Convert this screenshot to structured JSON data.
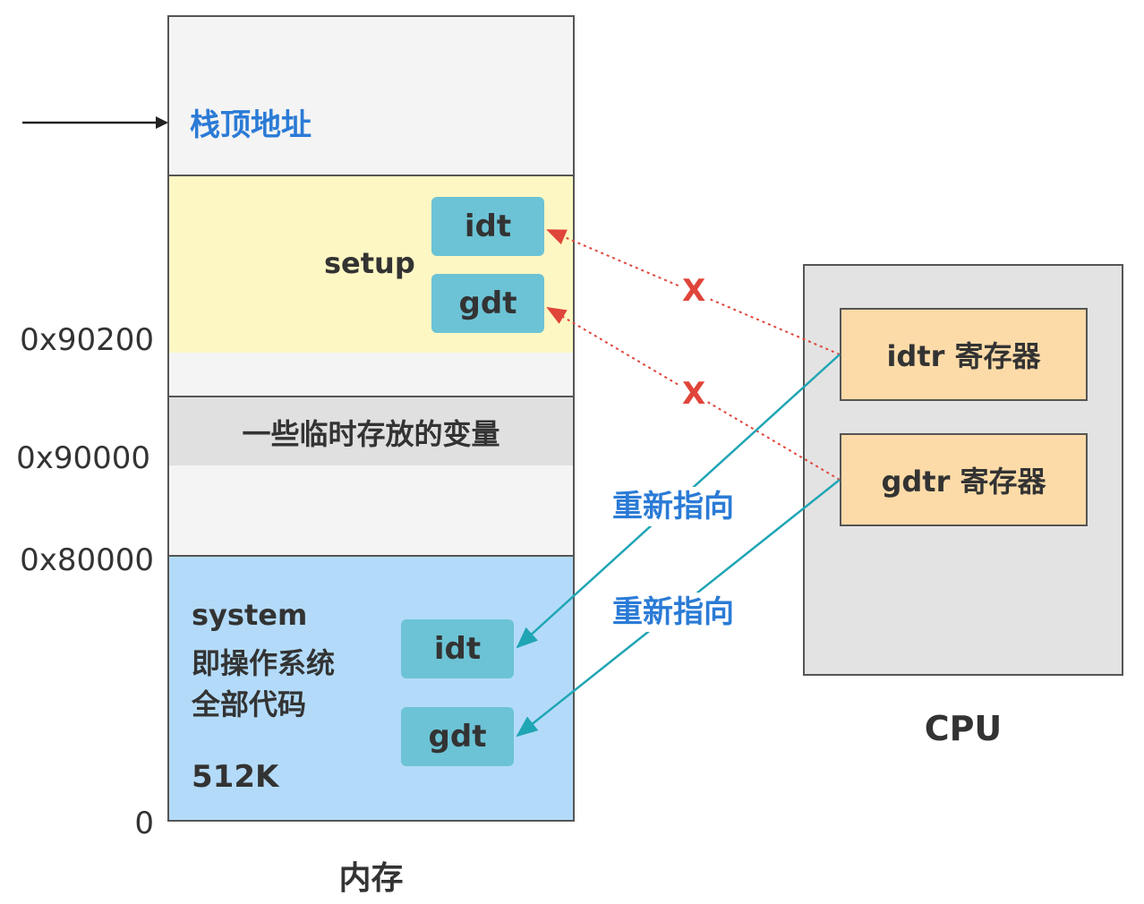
{
  "memory": {
    "caption": "内存",
    "stack_top_label": "栈顶地址",
    "setup": {
      "label": "setup",
      "idt": "idt",
      "gdt": "gdt"
    },
    "temp_vars_label": "一些临时存放的变量",
    "system": {
      "line1": "system",
      "line2": "即操作系统",
      "line3": "全部代码",
      "size": "512K",
      "idt": "idt",
      "gdt": "gdt"
    },
    "addresses": {
      "a90200": "0x90200",
      "a90000": "0x90000",
      "a80000": "0x80000",
      "zero": "0"
    }
  },
  "cpu": {
    "caption": "CPU",
    "idtr": "idtr 寄存器",
    "gdtr": "gdtr 寄存器"
  },
  "arrows": {
    "invalid_mark_1": "X",
    "invalid_mark_2": "X",
    "repoint_1": "重新指向",
    "repoint_2": "重新指向"
  },
  "colors": {
    "stack_region": "#f4f4f4",
    "setup_region": "#fdf7c3",
    "temp_region": "#e0e0e0",
    "system_region": "#b3dbf9",
    "table_box": "#6cc3d5",
    "register_box": "#fddba8",
    "cpu_panel": "#e3e3e3",
    "invalid_arrow": "#e0453a",
    "new_arrow": "#20a5b5",
    "accent_text": "#2b7bd6"
  }
}
